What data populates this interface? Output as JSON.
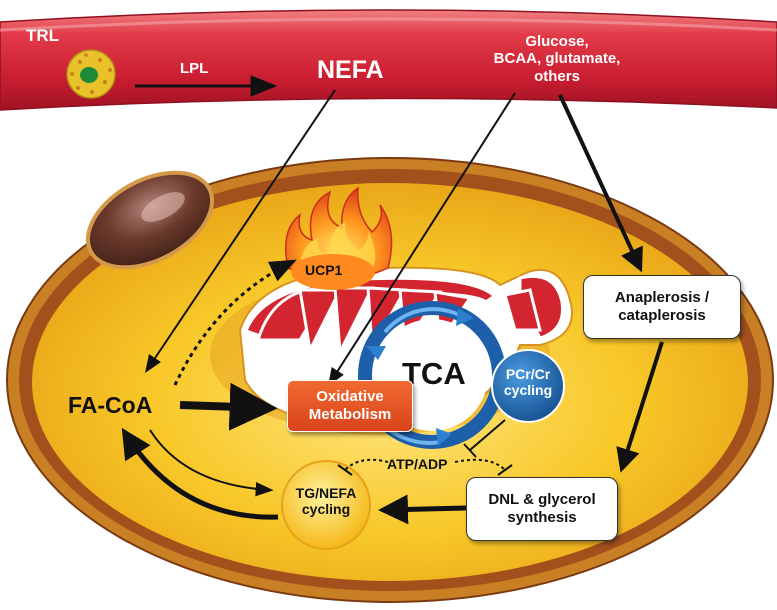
{
  "vessel": {
    "trl_label": "TRL",
    "lpl_label": "LPL",
    "nefa_label": "NEFA",
    "substrates_label_lines": [
      "Glucose,",
      "BCAA, glutamate,",
      "others"
    ]
  },
  "cell": {
    "ucp1_label": "UCP1",
    "tca_label": "TCA",
    "pcr_label_lines": [
      "PCr/Cr",
      "cycling"
    ],
    "facoa_label": "FA-CoA",
    "oxidative_label_lines": [
      "Oxidative",
      "Metabolism"
    ],
    "anaplerosis_label_lines": [
      "Anaplerosis /",
      "cataplerosis"
    ],
    "atp_label": "ATP/ADP",
    "tg_label_lines": [
      "TG/NEFA",
      "cycling"
    ],
    "dnl_label_lines": [
      "DNL & glycerol",
      "synthesis"
    ]
  },
  "colors": {
    "vessel": "#d8253a",
    "cell_outer": "#a0471f",
    "cytoplasm": "#f6c32c",
    "mitochondria": "#d2252f",
    "oxidative_box": "#e8532a",
    "pcr_circle": "#1f6fb8",
    "tca_ring": "#1d5fa8"
  }
}
